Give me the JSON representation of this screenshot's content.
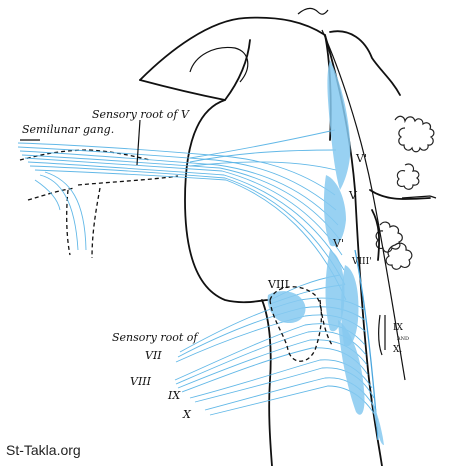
{
  "diagram": {
    "labels": {
      "sensory_root_v": "Sensory root of V",
      "semilunar_gang": "Semilunar gang.",
      "sensory_root_of": "Sensory root of",
      "vii": "VII",
      "viii": "VIII",
      "ix": "IX",
      "x": "X"
    },
    "nuclei": {
      "v_prime_upper": "V'",
      "v": "V",
      "v_prime_lower": "V'",
      "viii_right": "VIII'",
      "viii_center": "VIII",
      "ix_and_x_top": "IX",
      "ix_and_x_and": "AND",
      "ix_and_x_bottom": "X."
    },
    "watermark": "St-Takla.org",
    "colors": {
      "fiber": "#5ab4e6",
      "outline": "#111111",
      "background": "#ffffff"
    }
  }
}
